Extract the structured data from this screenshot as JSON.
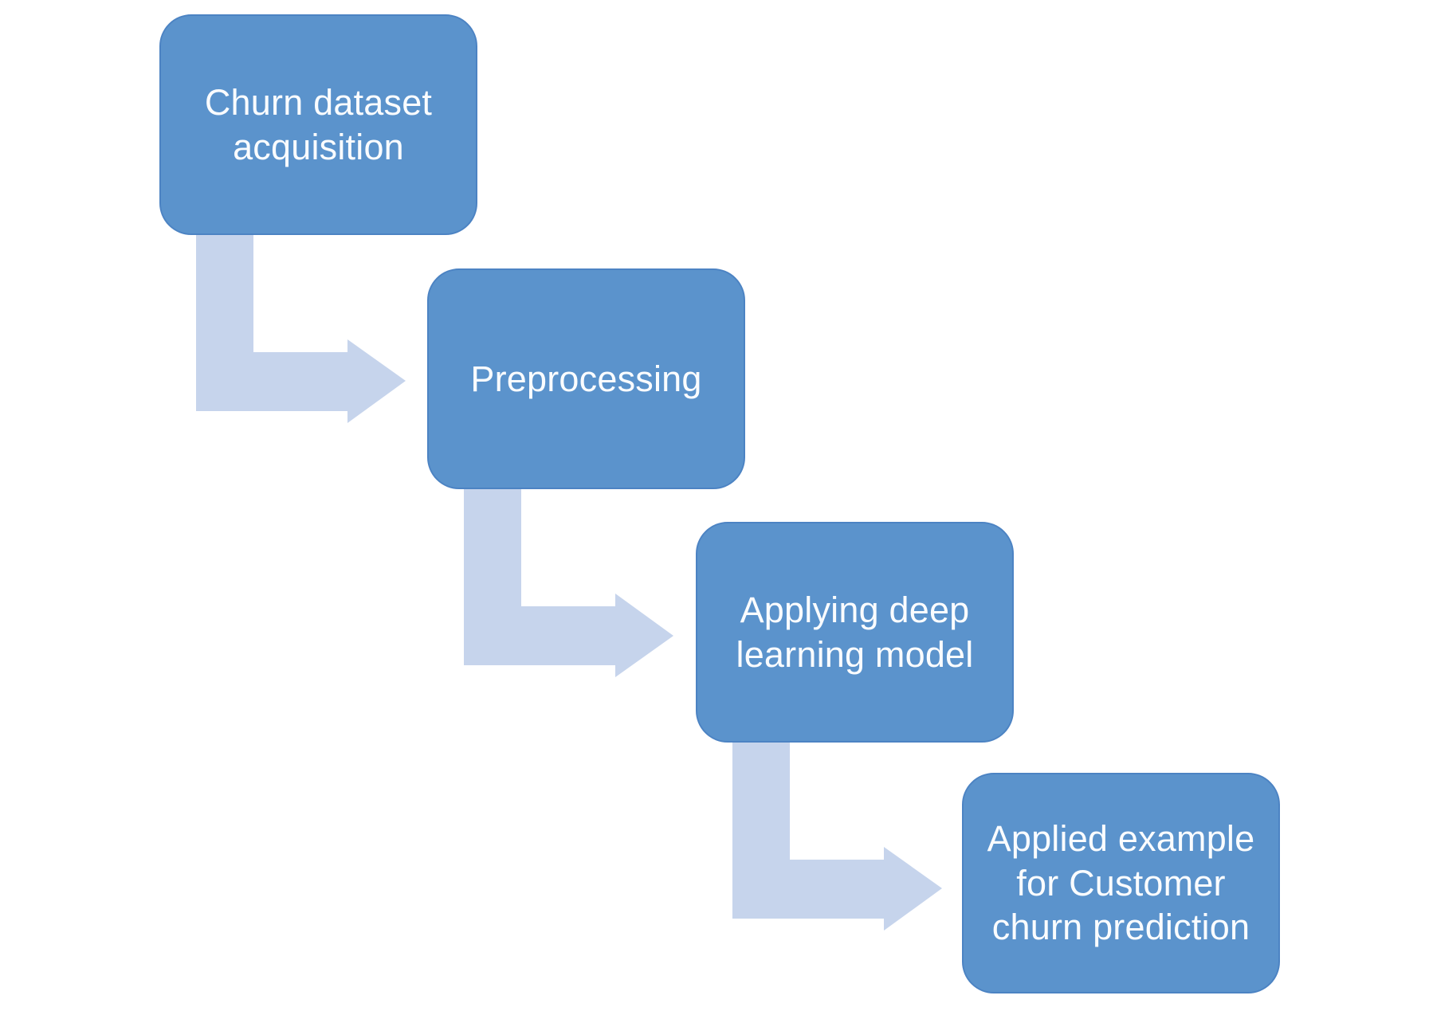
{
  "diagram": {
    "type": "flowchart",
    "direction": "top-left to bottom-right staircase",
    "nodes": [
      {
        "id": "churn-dataset-acquisition",
        "label": "Churn dataset\nacquisition"
      },
      {
        "id": "preprocessing",
        "label": "Preprocessing"
      },
      {
        "id": "applying-deep-learning-model",
        "label": "Applying deep\nlearning model"
      },
      {
        "id": "applied-example-customer-churn-prediction",
        "label": "Applied example\nfor Customer\nchurn prediction"
      }
    ],
    "connections": [
      {
        "from": "churn-dataset-acquisition",
        "to": "preprocessing",
        "style": "elbow-arrow-down-right"
      },
      {
        "from": "preprocessing",
        "to": "applying-deep-learning-model",
        "style": "elbow-arrow-down-right"
      },
      {
        "from": "applying-deep-learning-model",
        "to": "applied-example-customer-churn-prediction",
        "style": "elbow-arrow-down-right"
      }
    ],
    "colors": {
      "node_fill": "#5B93CC",
      "node_border": "#4C83C3",
      "arrow_fill": "#C6D4EC",
      "text": "#FAFCFE",
      "background": "#FFFFFF"
    }
  }
}
